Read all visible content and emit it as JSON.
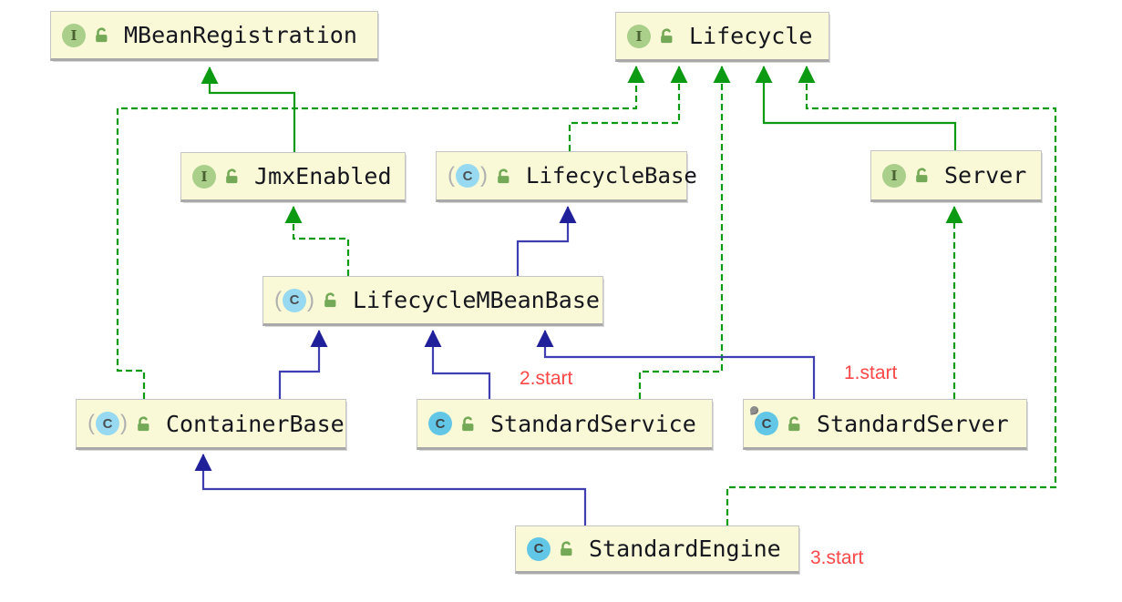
{
  "diagram": {
    "type": "uml-class-diagram",
    "glyphs": {
      "interface_letter": "I",
      "class_letter": "C",
      "paren_open": "(",
      "paren_close": ")"
    },
    "colors": {
      "node_fill": "#f9f9d7",
      "node_border": "#c5c5c5",
      "interface_icon": "#a9cf8b",
      "class_icon": "#62c7e6",
      "abstract_class_icon": "#97d9f1",
      "lock_icon": "#74a957",
      "extends_interface_edge": "#0b9a11",
      "implements_edge": "#0b9a11",
      "extends_class_edge": "#3f3fb2",
      "annotation_text": "#fb4747"
    },
    "nodes": {
      "mbean_registration": {
        "label": "MBeanRegistration",
        "kind": "interface"
      },
      "lifecycle": {
        "label": "Lifecycle",
        "kind": "interface"
      },
      "jmx_enabled": {
        "label": "JmxEnabled",
        "kind": "interface"
      },
      "lifecycle_base": {
        "label": "LifecycleBase",
        "kind": "abstract-class"
      },
      "server": {
        "label": "Server",
        "kind": "interface"
      },
      "lifecycle_mbean_base": {
        "label": "LifecycleMBeanBase",
        "kind": "abstract-class"
      },
      "container_base": {
        "label": "ContainerBase",
        "kind": "abstract-class"
      },
      "standard_service": {
        "label": "StandardService",
        "kind": "class"
      },
      "standard_server": {
        "label": "StandardServer",
        "kind": "class",
        "pinned": true
      },
      "standard_engine": {
        "label": "StandardEngine",
        "kind": "class"
      }
    },
    "edges": [
      {
        "from": "JmxEnabled",
        "to": "MBeanRegistration",
        "relation": "extends",
        "style": "solid-green"
      },
      {
        "from": "Server",
        "to": "Lifecycle",
        "relation": "extends",
        "style": "solid-green"
      },
      {
        "from": "LifecycleBase",
        "to": "Lifecycle",
        "relation": "implements",
        "style": "dashed-green"
      },
      {
        "from": "LifecycleMBeanBase",
        "to": "JmxEnabled",
        "relation": "implements",
        "style": "dashed-green"
      },
      {
        "from": "ContainerBase",
        "to": "Lifecycle",
        "relation": "implements",
        "style": "dashed-green"
      },
      {
        "from": "StandardService",
        "to": "Lifecycle",
        "relation": "implements",
        "style": "dashed-green"
      },
      {
        "from": "StandardServer",
        "to": "Server",
        "relation": "implements",
        "style": "dashed-green"
      },
      {
        "from": "StandardEngine",
        "to": "Lifecycle",
        "relation": "implements",
        "style": "dashed-green"
      },
      {
        "from": "LifecycleMBeanBase",
        "to": "LifecycleBase",
        "relation": "extends",
        "style": "solid-blue"
      },
      {
        "from": "ContainerBase",
        "to": "LifecycleMBeanBase",
        "relation": "extends",
        "style": "solid-blue"
      },
      {
        "from": "StandardService",
        "to": "LifecycleMBeanBase",
        "relation": "extends",
        "style": "solid-blue"
      },
      {
        "from": "StandardServer",
        "to": "LifecycleMBeanBase",
        "relation": "extends",
        "style": "solid-blue"
      },
      {
        "from": "StandardEngine",
        "to": "ContainerBase",
        "relation": "extends",
        "style": "solid-blue"
      }
    ],
    "annotations": [
      {
        "id": "start-1",
        "text": "1.start"
      },
      {
        "id": "start-2",
        "text": "2.start"
      },
      {
        "id": "start-3",
        "text": "3.start"
      }
    ]
  }
}
